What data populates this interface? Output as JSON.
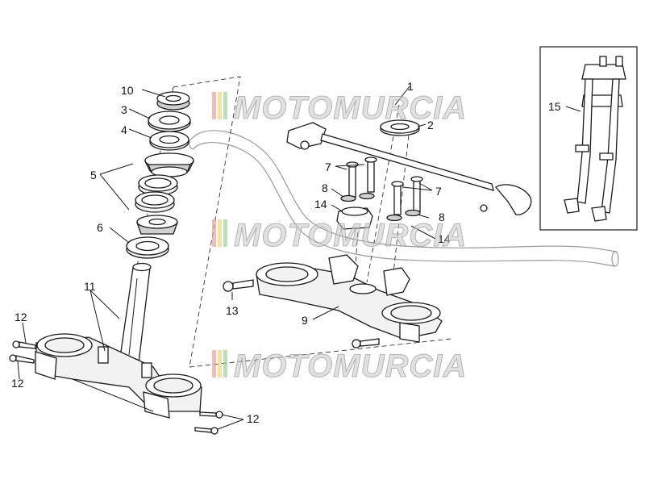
{
  "diagram": {
    "callouts": {
      "c1": "1",
      "c2": "2",
      "c3": "3",
      "c4": "4",
      "c5": "5",
      "c6": "6",
      "c7a": "7",
      "c7b": "7",
      "c8a": "8",
      "c8b": "8",
      "c9": "9",
      "c10": "10",
      "c11": "11",
      "c12a": "12",
      "c12b": "12",
      "c12c": "12",
      "c13": "13",
      "c14a": "14",
      "c14b": "14",
      "c15": "15"
    }
  },
  "watermark": {
    "brand": "MOTOMURCIA",
    "stripe_colors": [
      "#e8a0a0",
      "#f1d67a",
      "#9fd29a"
    ]
  },
  "colors": {
    "outline": "#1a1a1a",
    "handlebar": "#9a9a9a",
    "part_fill": "#f2f2f2"
  }
}
